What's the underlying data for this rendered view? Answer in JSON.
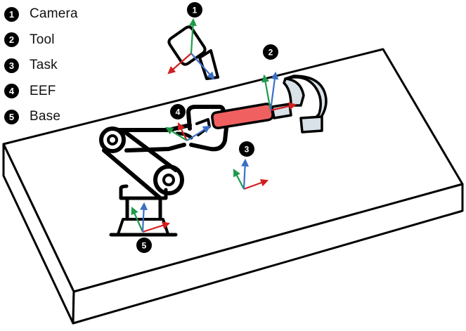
{
  "legend": [
    {
      "number": "1",
      "label": "Camera"
    },
    {
      "number": "2",
      "label": "Tool"
    },
    {
      "number": "3",
      "label": "Task"
    },
    {
      "number": "4",
      "label": "EEF"
    },
    {
      "number": "5",
      "label": "Base"
    }
  ],
  "frame_markers": {
    "camera": "1",
    "tool": "2",
    "task": "3",
    "eef": "4",
    "base": "5"
  },
  "colors": {
    "x_axis": "#d11f1f",
    "y_axis": "#1f9a4a",
    "z_axis": "#3a6fc4",
    "tool_handle": "#f06060",
    "tool_head": "#d8e2e8",
    "outline": "#000000"
  }
}
